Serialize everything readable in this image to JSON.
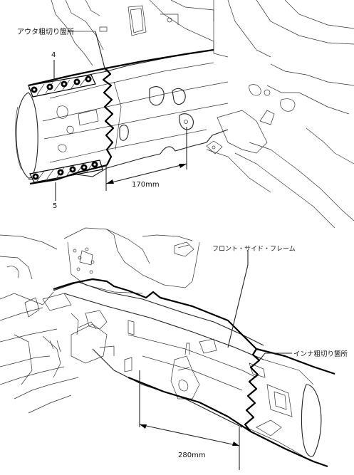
{
  "top_view": {
    "outer_rough_cut_label": "アウタ粗切り箇所",
    "callout_upper": "4",
    "callout_lower": "5",
    "dimension": "170mm"
  },
  "bottom_view": {
    "front_side_frame_label": "フロント・サイド・フレーム",
    "inner_rough_cut_label": "インナ粗切り箇所",
    "dimension": "280mm"
  }
}
